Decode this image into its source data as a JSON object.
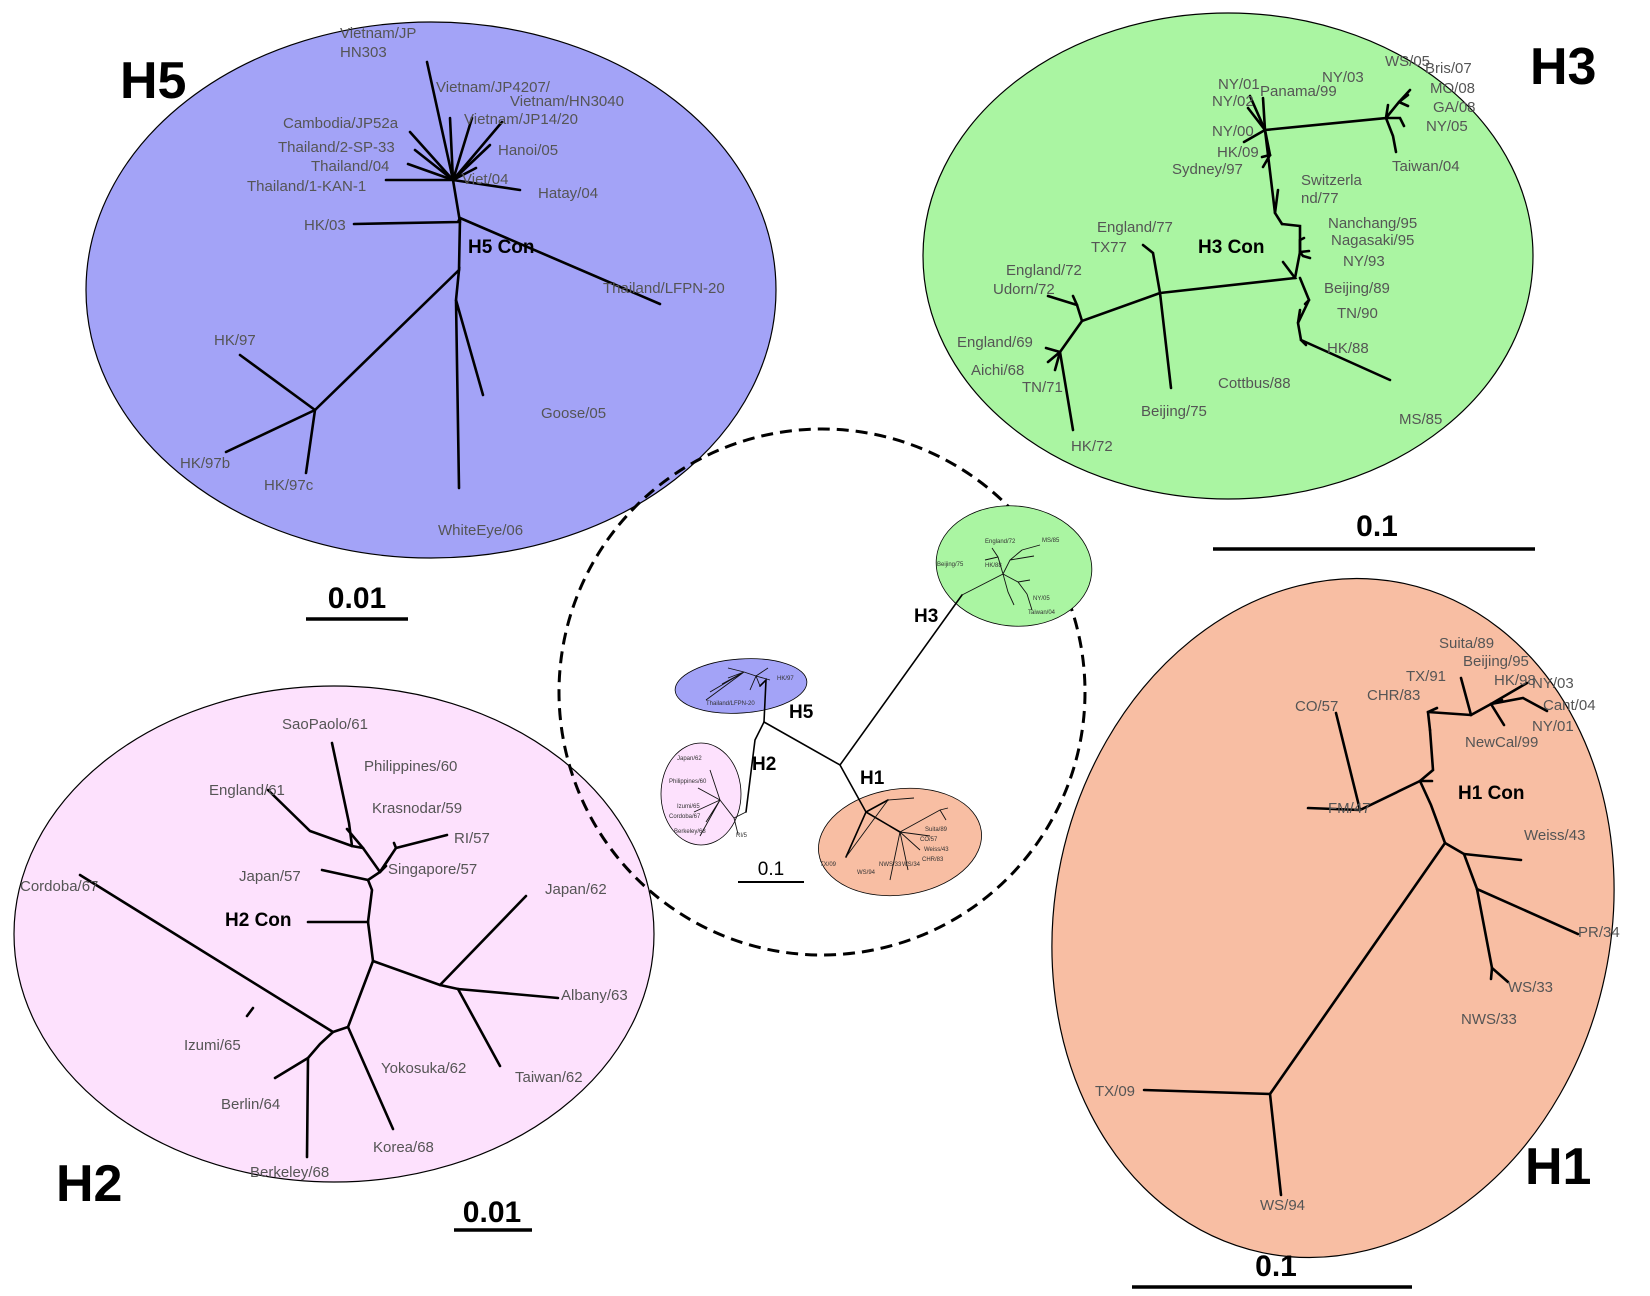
{
  "colors": {
    "h5": "#a3a3f7",
    "h3": "#aaf5a2",
    "h2": "#fde1fd",
    "h1": "#f8bea3"
  },
  "clusters": {
    "h5": {
      "name": "H5",
      "consensus": "H5 Con",
      "scale": "0.01",
      "tips": [
        "Vietnam/JP",
        "HN303",
        "Vietnam/JP4207/",
        "Vietnam/HN3040",
        "Vietnam/JP14/20",
        "Cambodia/JP52a",
        "Thailand/2-SP-33",
        "Hanoi/05",
        "Thailand/04",
        "Viet/04",
        "Thailand/1-KAN-1",
        "Hatay/04",
        "HK/03",
        "Thailand/LFPN-20",
        "HK/97",
        "Goose/05",
        "HK/97b",
        "HK/97c",
        "WhiteEye/06"
      ]
    },
    "h3": {
      "name": "H3",
      "consensus": "H3 Con",
      "scale": "0.1",
      "tips": [
        "NY/01",
        "NY/02",
        "Panama/99",
        "NY/03",
        "WS/05",
        "Bris/07",
        "MO/08",
        "GA/08",
        "NY/00",
        "NY/05",
        "HK/09",
        "Sydney/97",
        "Switzerla",
        "nd/77",
        "Taiwan/04",
        "England/77",
        "TX77",
        "Nanchang/95",
        "Nagasaki/95",
        "NY/93",
        "England/72",
        "Udorn/72",
        "Beijing/89",
        "TN/90",
        "England/69",
        "HK/88",
        "Aichi/68",
        "TN/71",
        "Cottbus/88",
        "Beijing/75",
        "MS/85",
        "HK/72"
      ]
    },
    "h2": {
      "name": "H2",
      "consensus": "H2 Con",
      "scale": "0.01",
      "tips": [
        "SaoPaolo/61",
        "Philippines/60",
        "England/61",
        "Krasnodar/59",
        "RI/57",
        "Japan/57",
        "Singapore/57",
        "Cordoba/67",
        "Japan/62",
        "Albany/63",
        "Izumi/65",
        "Yokosuka/62",
        "Taiwan/62",
        "Berlin/64",
        "Korea/68",
        "Berkeley/68"
      ]
    },
    "h1": {
      "name": "H1",
      "consensus": "H1 Con",
      "scale": "0.1",
      "tips": [
        "Suita/89",
        "Beijing/95",
        "TX/91",
        "HK/98",
        "NY/03",
        "CHR/83",
        "Cant/04",
        "CO/57",
        "NY/01",
        "NewCal/99",
        "FM/47",
        "Weiss/43",
        "PR/34",
        "WS/33",
        "NWS/33",
        "TX/09",
        "WS/94"
      ]
    }
  },
  "overview": {
    "labels": {
      "h5": "H5",
      "h3": "H3",
      "h2": "H2",
      "h1": "H1"
    },
    "scale": "0.1",
    "mini_tips": {
      "h5": [
        "HK/97",
        "Thailand/LFPN-20"
      ],
      "h3": [
        "England/72",
        "MS/85",
        "Beijing/75",
        "HK/88",
        "NY/05",
        "Taiwan/04"
      ],
      "h2": [
        "Japan/62",
        "Philippines/60",
        "Izumi/65",
        "Cordoba/67",
        "Berkeley/68",
        "RI/5"
      ],
      "h1": [
        "Suita/89",
        "CO/57",
        "Weiss/43",
        "CHR/83",
        "TX/09",
        "WS/94",
        "NWS/33",
        "WS/34"
      ]
    }
  }
}
